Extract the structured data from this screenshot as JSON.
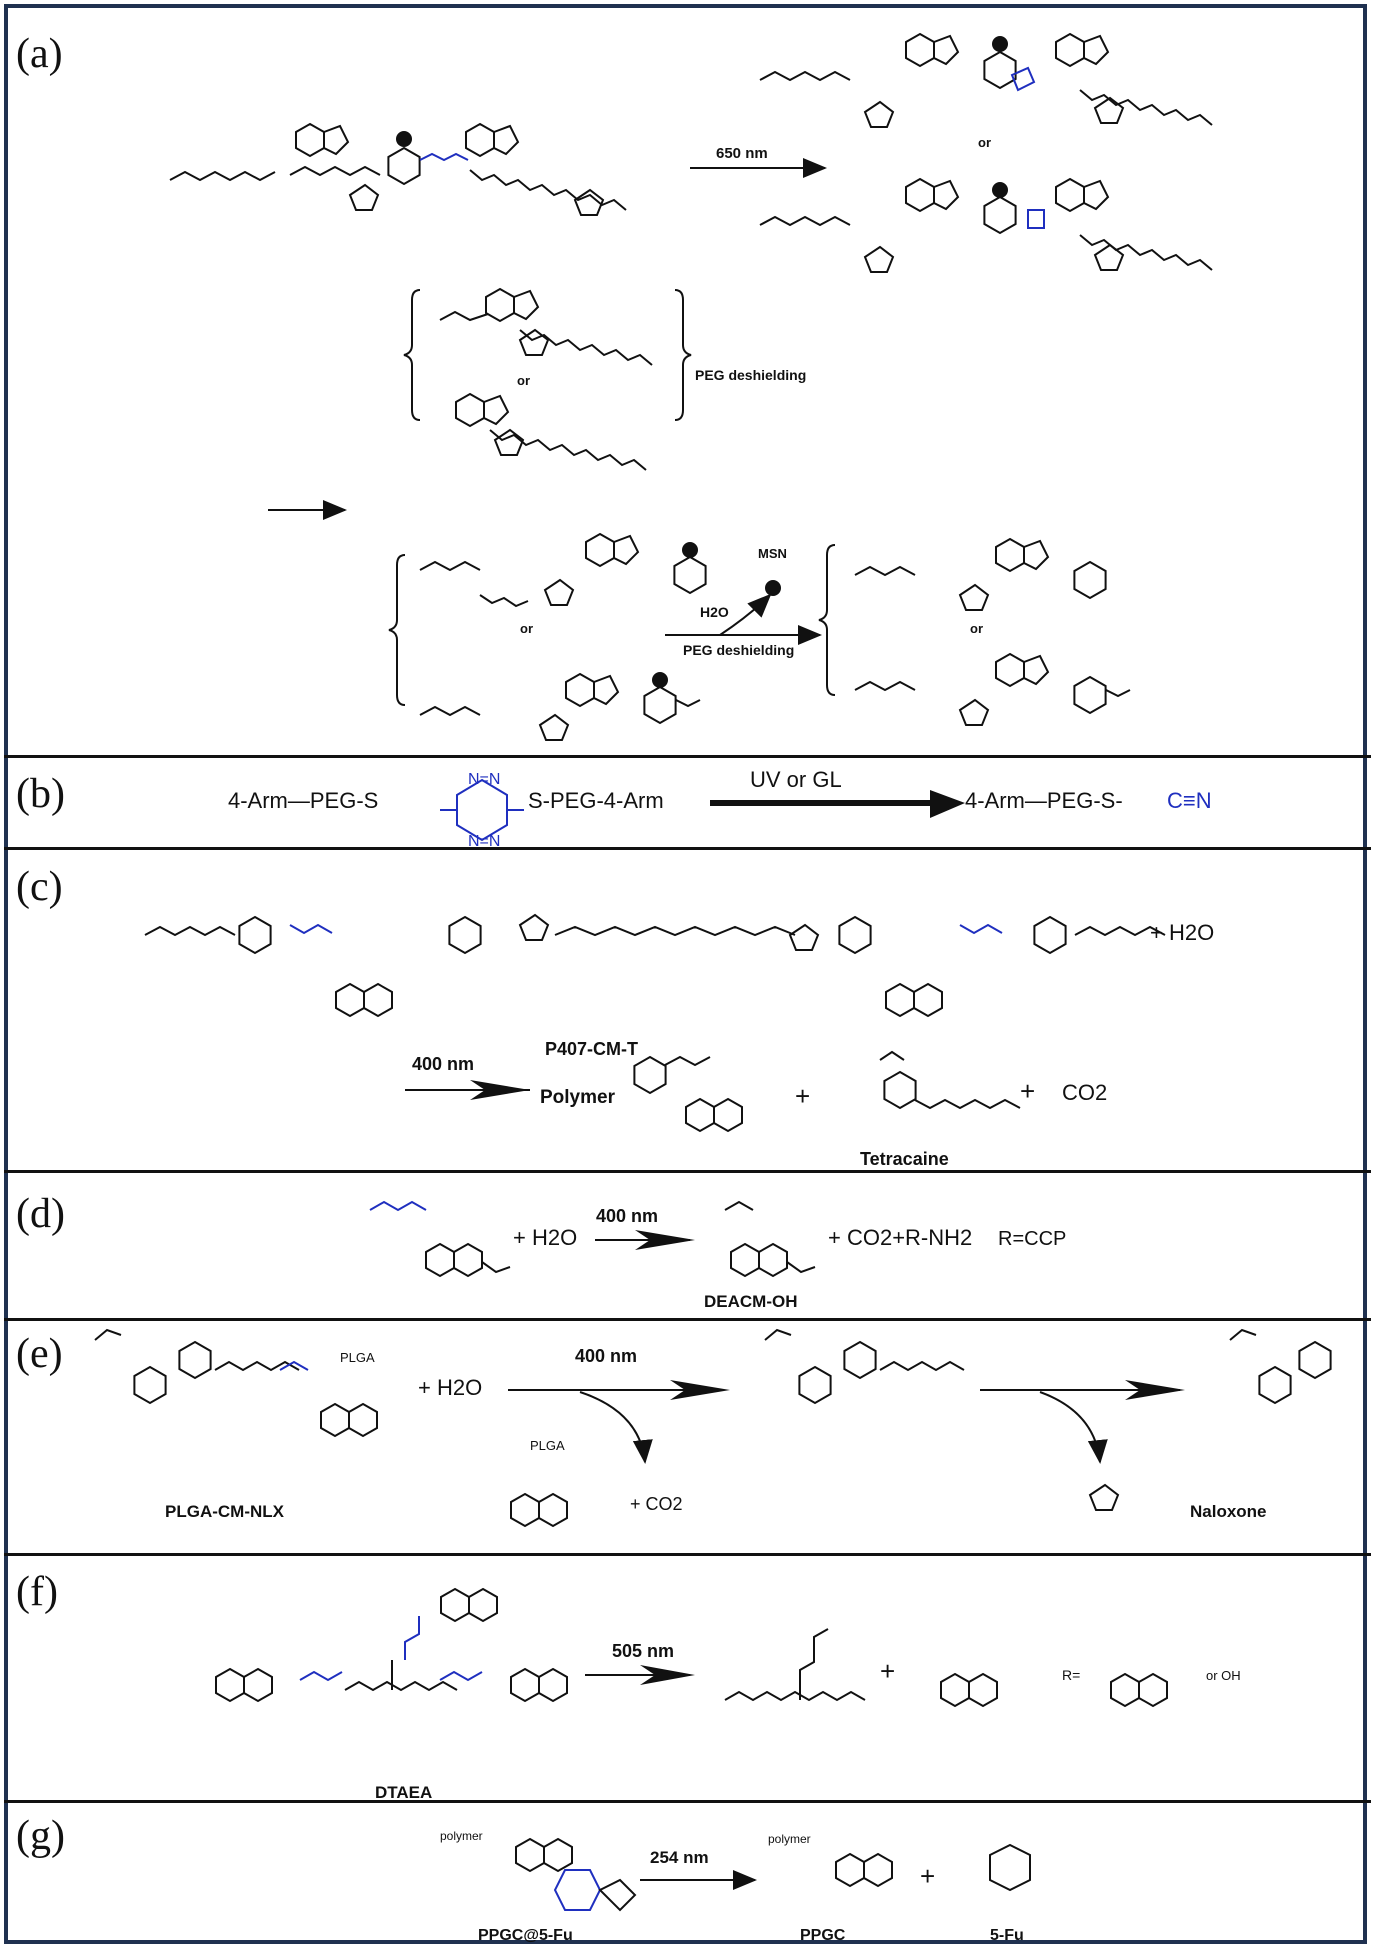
{
  "panels": {
    "a": {
      "label": "(a)",
      "wavelength": "650 nm",
      "or_top": "or",
      "peg_deshielding": "PEG deshielding",
      "or_mid": "or",
      "or_left": "or",
      "msn": "MSN",
      "h2o": "H2O",
      "peg_deshielding_2": "PEG deshielding",
      "or_right": "or"
    },
    "b": {
      "label": "(b)",
      "reactant": "4-Arm—PEG-S",
      "reactant_right": "S-PEG-4-Arm",
      "condition": "UV or GL",
      "product": "4-Arm—PEG-S-",
      "product_group": "C≡N"
    },
    "c": {
      "label": "(c)",
      "compound": "P407-CM-T",
      "plus_h2o": "+  H2O",
      "wavelength": "400 nm",
      "polymer": "Polymer",
      "tetracaine": "Tetracaine",
      "co2": "CO2",
      "plus": "+"
    },
    "d": {
      "label": "(d)",
      "h2o": "+  H2O",
      "wavelength": "400 nm",
      "products": "+ CO2+R-NH2",
      "r_def": "R=CCP",
      "product_name": "DEACM-OH"
    },
    "e": {
      "label": "(e)",
      "h2o": "+  H2O",
      "wavelength": "400 nm",
      "reactant_name": "PLGA-CM-NLX",
      "co2": "+  CO2",
      "product_name": "Naloxone",
      "plga": "PLGA"
    },
    "f": {
      "label": "(f)",
      "wavelength": "505 nm",
      "reactant_name": "DTAEA",
      "plus": "+",
      "r_def": "R=",
      "or_oh": "or  OH"
    },
    "g": {
      "label": "(g)",
      "wavelength": "254 nm",
      "reactant_name": "PPGC@5-Fu",
      "product1": "PPGC",
      "product2": "5-Fu",
      "plus": "+",
      "polymer": "polymer"
    }
  },
  "colors": {
    "frame": "#1f3150",
    "highlight": "#1f2fbf",
    "text": "#111111"
  }
}
